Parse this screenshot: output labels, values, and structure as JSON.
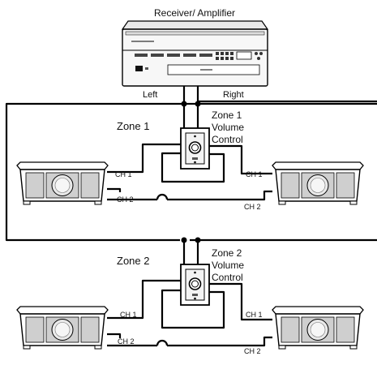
{
  "receiver": {
    "label": "Receiver/ Amplifier",
    "left_label": "Left",
    "right_label": "Right"
  },
  "zones": [
    {
      "name": "Zone 1",
      "volume_control": [
        "Zone 1",
        "Volume",
        "Control"
      ],
      "channel_labels": {
        "left_ch1": "CH 1",
        "left_ch2": "CH 2",
        "right_ch1": "CH 1",
        "right_ch2": "CH 2"
      }
    },
    {
      "name": "Zone 2",
      "volume_control": [
        "Zone 2",
        "Volume",
        "Control"
      ],
      "channel_labels": {
        "left_ch1": "CH 1",
        "left_ch2": "CH 2",
        "right_ch1": "CH 1",
        "right_ch2": "CH 2"
      }
    }
  ],
  "colors": {
    "line": "#000000",
    "device_fill": "#f7f7f7",
    "speaker_texture": "#cfcfcf"
  }
}
